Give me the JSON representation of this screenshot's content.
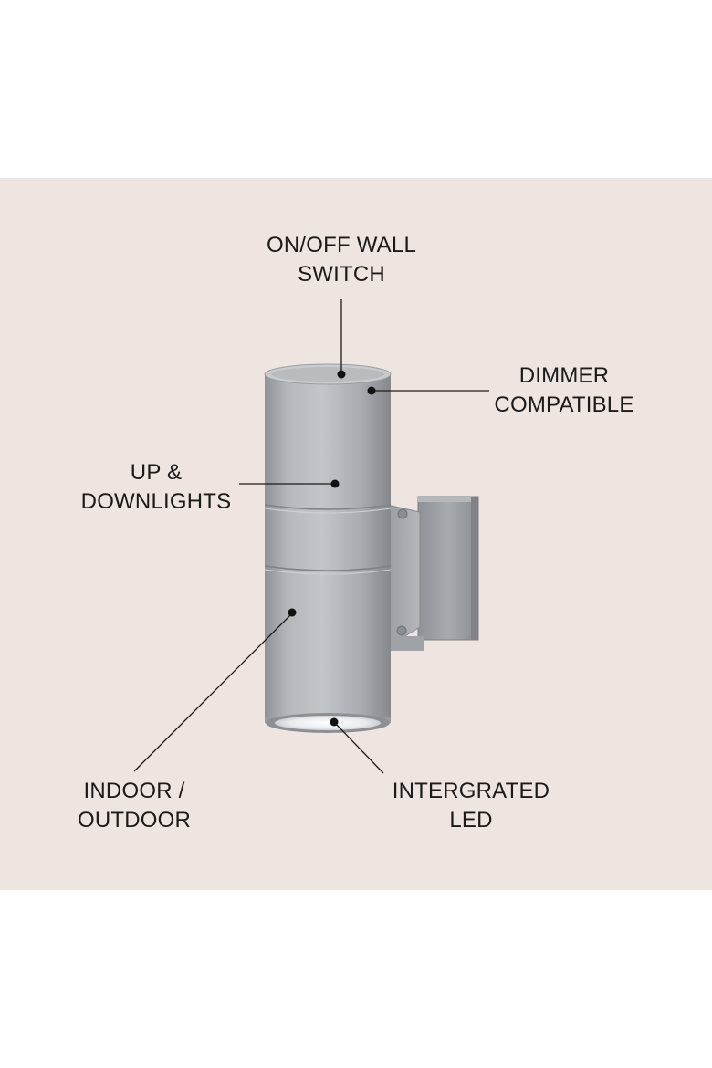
{
  "callouts": {
    "switch": {
      "lines": [
        "ON/OFF WALL",
        "SWITCH"
      ]
    },
    "dimmer": {
      "lines": [
        "DIMMER",
        "COMPATIBLE"
      ]
    },
    "updown": {
      "lines": [
        "UP &",
        "DOWNLIGHTS"
      ]
    },
    "indoor": {
      "lines": [
        "INDOOR /",
        "OUTDOOR"
      ]
    },
    "led": {
      "lines": [
        "INTERGRATED",
        "LED"
      ]
    }
  },
  "colors": {
    "background": "#efe5e0",
    "fixture": "#a9adb1",
    "callout_line": "#1a1a1a"
  }
}
